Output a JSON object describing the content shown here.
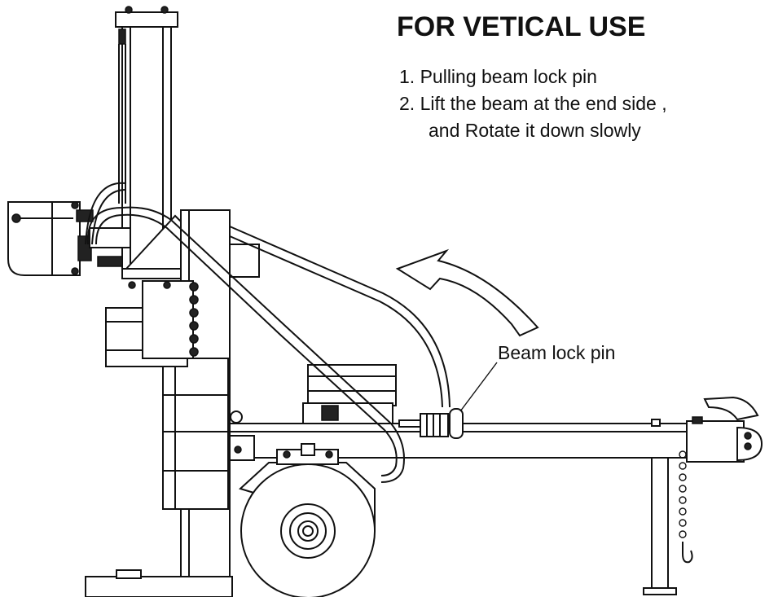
{
  "title": "FOR VETICAL USE",
  "steps": [
    "1. Pulling beam lock pin",
    "2. Lift the beam at the end side ,",
    "and Rotate it down slowly"
  ],
  "callout_label": "Beam lock pin"
}
